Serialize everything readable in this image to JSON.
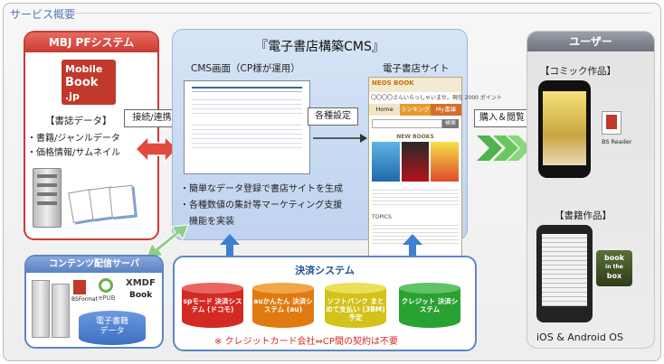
{
  "heading": "サービス概要",
  "mbj": {
    "title": "MBJ PFシステム",
    "logo_lines": [
      "Mobile",
      "Book",
      ".jp"
    ],
    "data_label": "【書誌データ】",
    "items": [
      "・書籍/ジャンルデータ",
      "・価格情報/サムネイル"
    ]
  },
  "connect_label": "接続/連携",
  "cms": {
    "title": "『電子書店構築CMS』",
    "screen_label": "CMS画面（CP様が運用）",
    "site_label": "電子書店サイト",
    "settings_label": "各種設定",
    "features": [
      "・簡単なデータ登録で書店サイトを生成",
      "・各種数値の集計等マーケティング支援",
      "　機能を実装"
    ],
    "site_mock": {
      "brand": "NEOS BOOK",
      "promo": "〇〇〇〇さんいらっしゃいませ。現在 2000 ポイント",
      "tabs": [
        "Home",
        "ランキング",
        "My書庫"
      ],
      "search": "検索",
      "new_books": "NEW BOOKS",
      "topics": "TOPICS"
    }
  },
  "purchase_label": "購入＆閲覧",
  "user": {
    "title": "ユーザー",
    "comic_label": "【コミック作品】",
    "reader_label": "BS Reader",
    "book_label": "【書籍作品】",
    "os_label": "iOS & Android OS",
    "box_lines": [
      "book",
      "in the",
      "box"
    ]
  },
  "content": {
    "title": "コンテンツ配信サーバ",
    "formats": [
      "BSFormat",
      "ePUB",
      "XMDF",
      "Book"
    ],
    "db_label": [
      "電子書籍",
      "データ"
    ]
  },
  "payment": {
    "title": "決済システム",
    "systems": [
      {
        "label": "spモード 決済システム (ドコモ)",
        "color": "#d42a24"
      },
      {
        "label": "auかんたん 決済システム (au)",
        "color": "#e07a10"
      },
      {
        "label": "ソフトバンク まとめて支払い (3BM) 予定",
        "color": "#d2c21a"
      },
      {
        "label": "クレジット 決済システム",
        "color": "#2aa133"
      }
    ],
    "note": "※ クレジットカード会社⇔CP間の契約は不要"
  }
}
